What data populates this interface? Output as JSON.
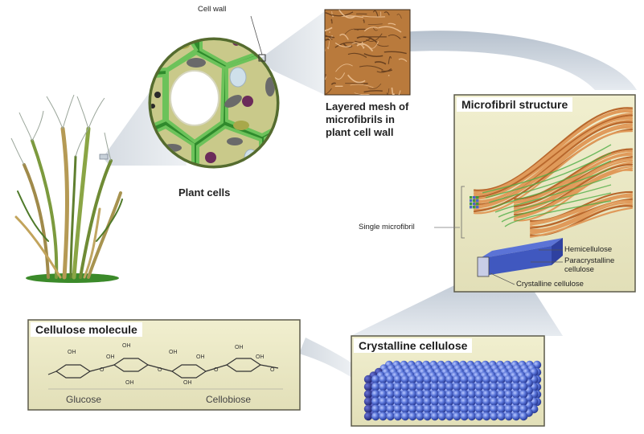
{
  "labels": {
    "cell_wall": "Cell wall",
    "plant_cells": "Plant cells",
    "layered_mesh": "Layered mesh of microfibrils in plant cell wall",
    "microfibril_structure": "Microfibril structure",
    "single_microfibril": "Single microfibril",
    "hemicellulose": "Hemicellulose",
    "paracrystalline": "Paracrystalline cellulose",
    "crystalline_cellulose_label": "Crystalline cellulose",
    "cellulose_molecule": "Cellulose molecule",
    "glucose": "Glucose",
    "cellobiose": "Cellobiose",
    "crystalline_cellulose_title": "Crystalline cellulose"
  },
  "colors": {
    "cell_wall_green": "#3e9a37",
    "fiber_orange": "#d98a4a",
    "sphere_blue": "#4f6bd0",
    "panel_bg": "#e9e7c2",
    "panel_border": "#5c5a4a",
    "beam_gray": "#b9c2cd"
  },
  "molecule": {
    "oh": "OH",
    "o": "O"
  }
}
